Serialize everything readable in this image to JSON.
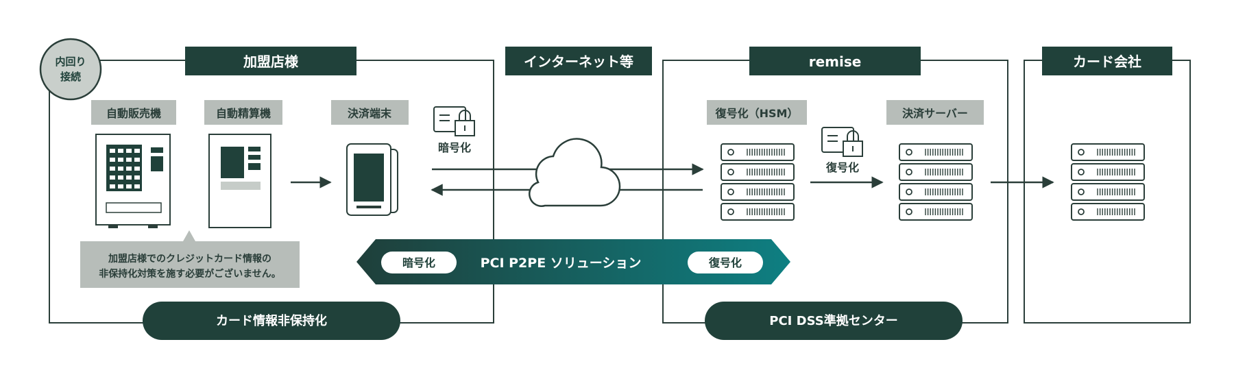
{
  "colors": {
    "dark": "#20413a",
    "gray_label": "#b7bdb9",
    "line": "#2a3e39",
    "gradient_start": "#1f3f3a",
    "gradient_end": "#0e7f82"
  },
  "badge": {
    "line1": "内回り",
    "line2": "接続"
  },
  "merchant": {
    "header": "加盟店様",
    "devices": [
      "自動販売機",
      "自動精算機",
      "決済端末"
    ],
    "encrypt_label": "暗号化",
    "note_line1": "加盟店様でのクレジットカード情報の",
    "note_line2": "非保持化対策を施す必要がございません。",
    "footer": "カード情報非保持化"
  },
  "internet": {
    "header": "インターネット等"
  },
  "remise": {
    "header": "remise",
    "hsm_label": "復号化（HSM）",
    "decrypt_label": "復号化",
    "server_label": "決済サーバー",
    "footer": "PCI DSS準拠センター"
  },
  "card_company": {
    "header": "カード会社"
  },
  "p2pe": {
    "left": "暗号化",
    "center": "PCI P2PE ソリューション",
    "right": "復号化"
  },
  "icons": [
    "lock-card-icon",
    "cloud-icon",
    "server-icon",
    "vending-machine-icon",
    "kiosk-icon",
    "terminal-icon"
  ]
}
